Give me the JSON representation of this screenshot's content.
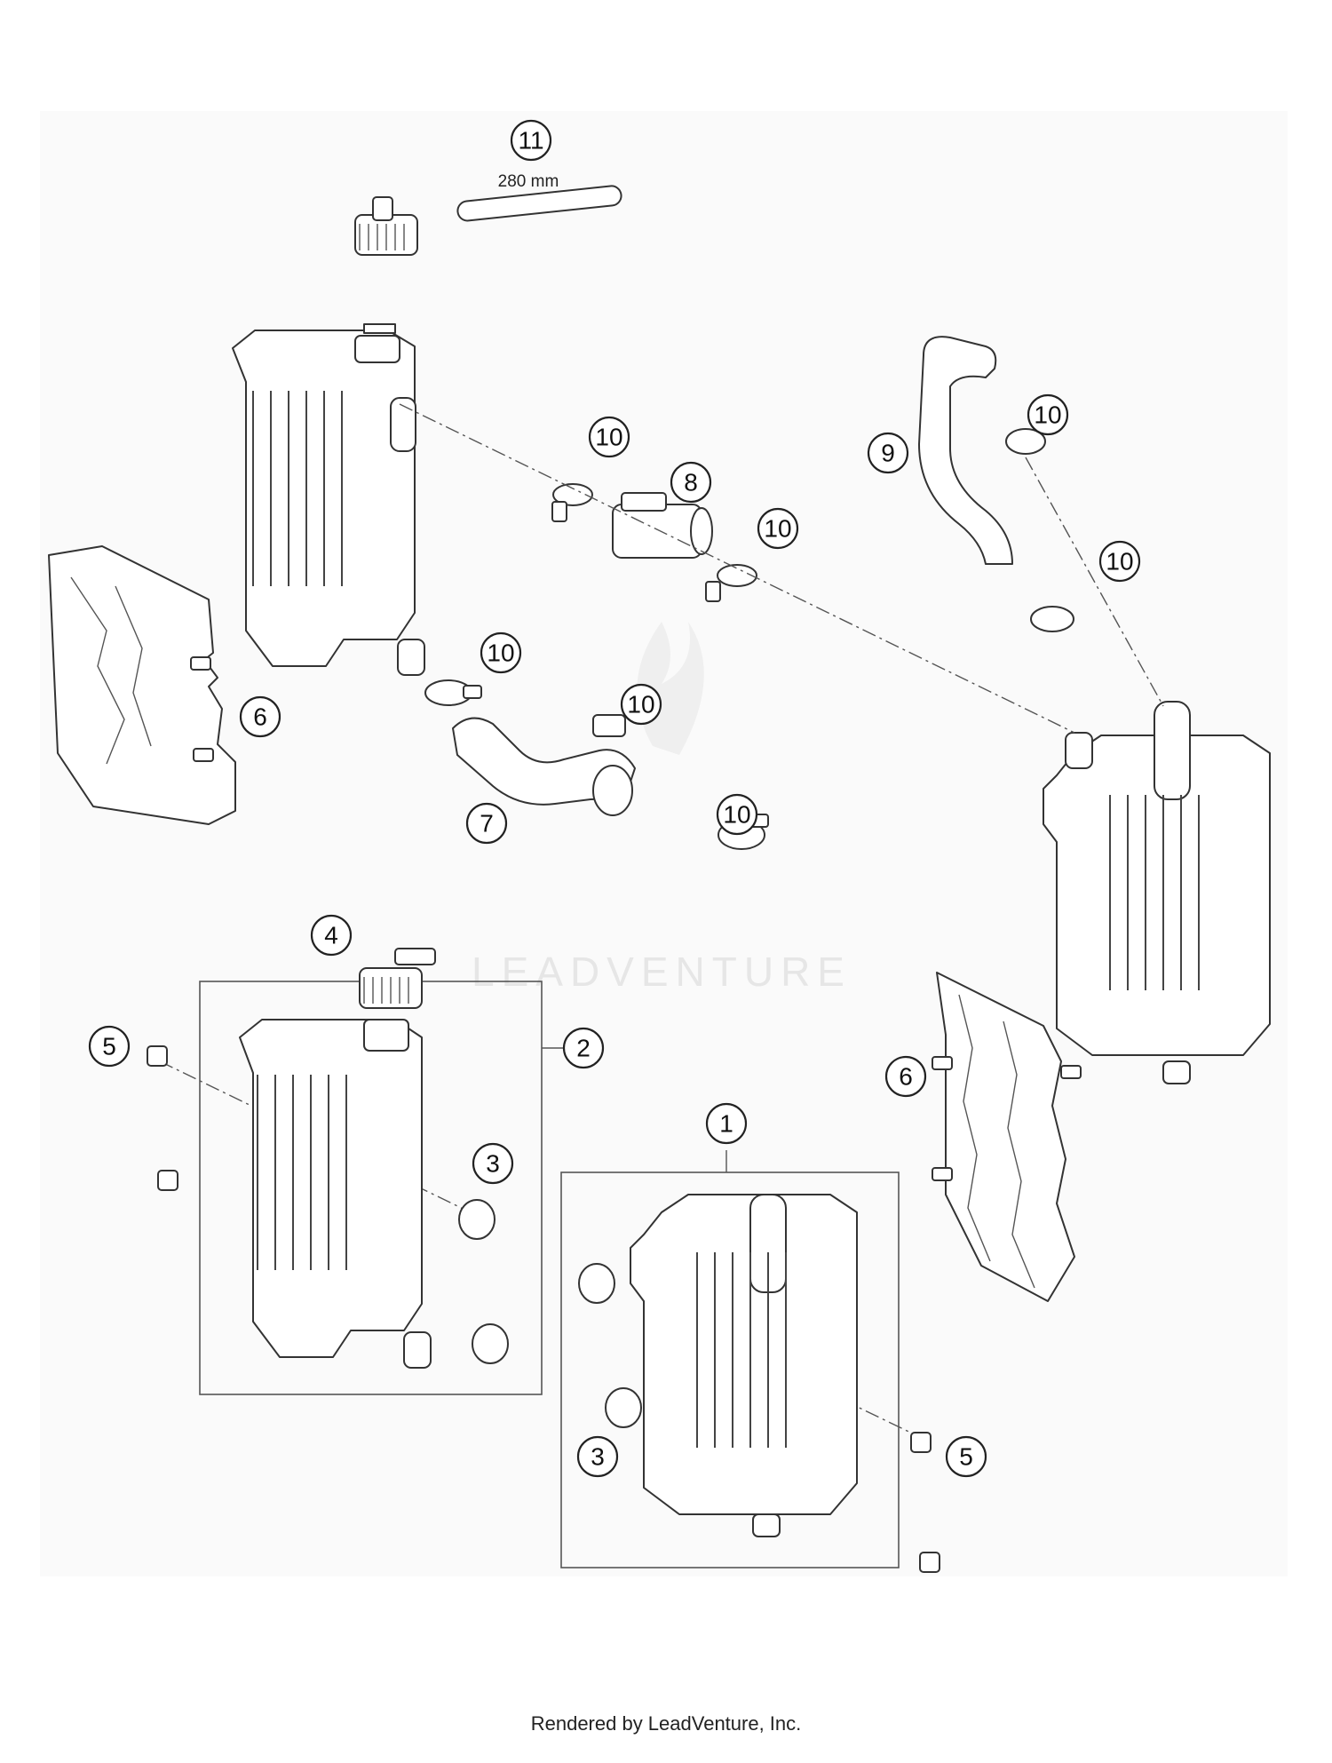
{
  "diagram": {
    "watermark": "LEADVENTURE",
    "hose_length_label": "280 mm",
    "callouts": [
      "11",
      "10",
      "8",
      "10",
      "10",
      "9",
      "10",
      "10",
      "10",
      "7",
      "10",
      "6",
      "4",
      "2",
      "5",
      "3",
      "1",
      "6",
      "3",
      "5"
    ]
  },
  "footer": {
    "text": "Rendered by LeadVenture, Inc."
  }
}
